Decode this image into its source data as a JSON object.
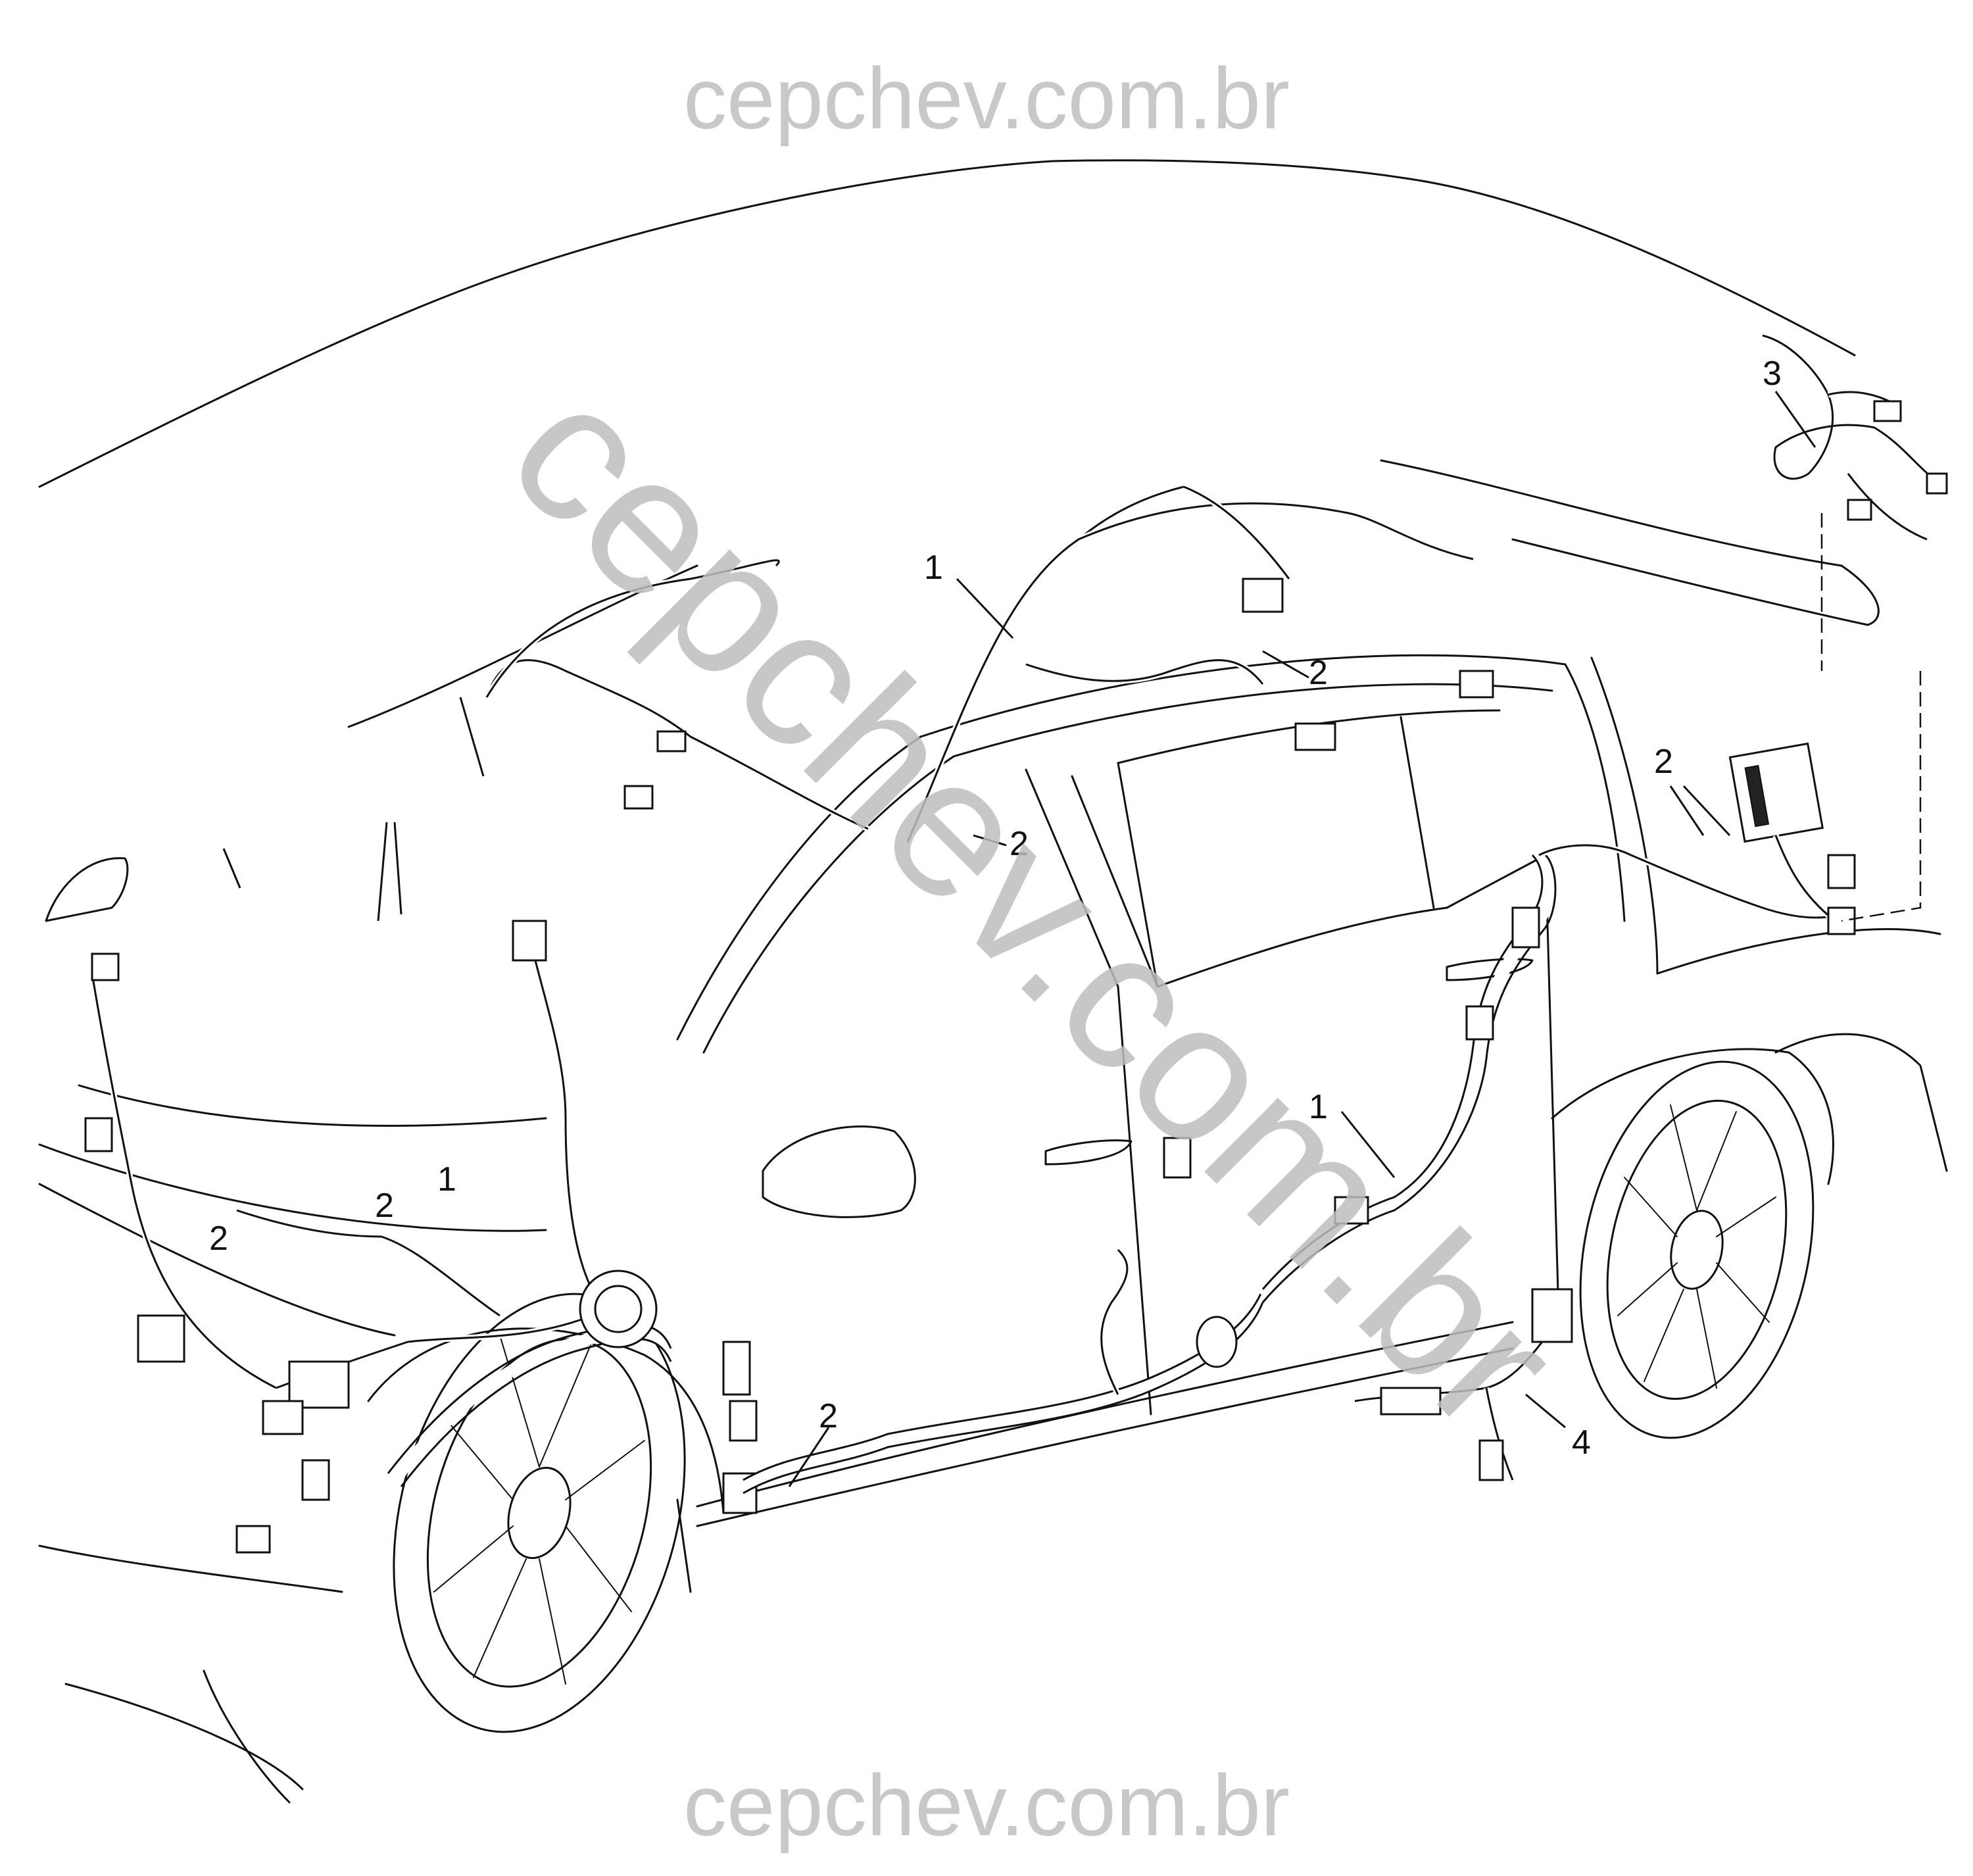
{
  "watermarks": {
    "top": "cepchev.com.br",
    "bottom": "cepchev.com.br",
    "diagonal": "cepchev.com.br"
  },
  "callouts": [
    {
      "id": "roof-harness",
      "label": "1"
    },
    {
      "id": "cowl-harness",
      "label": "1"
    },
    {
      "id": "floor-harness",
      "label": "1"
    },
    {
      "id": "clip-roof",
      "label": "2"
    },
    {
      "id": "clip-pillar",
      "label": "2"
    },
    {
      "id": "clip-engine-a",
      "label": "2"
    },
    {
      "id": "clip-engine-b",
      "label": "2"
    },
    {
      "id": "clip-floor",
      "label": "2"
    },
    {
      "id": "clip-rear",
      "label": "2"
    },
    {
      "id": "liftgate-harness",
      "label": "3"
    },
    {
      "id": "rear-floor-harness",
      "label": "4"
    }
  ],
  "colors": {
    "line": "#111111",
    "background": "#ffffff",
    "watermark": "#c8c8c8"
  }
}
